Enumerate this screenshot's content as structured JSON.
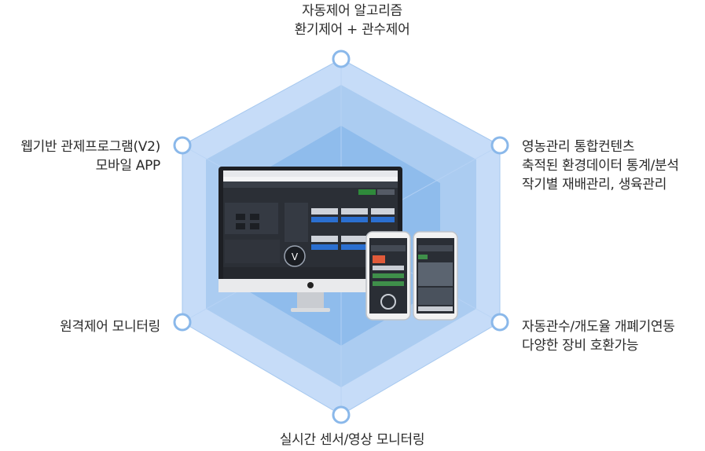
{
  "labels": {
    "top": {
      "line1": "자동제어 알고리즘",
      "line2": "환기제어 + 관수제어"
    },
    "top_right": {
      "line1": "영농관리 통합컨텐츠",
      "line2": "축적된 환경데이터 통계/분석",
      "line3": "작기별 재배관리, 생육관리"
    },
    "bottom_right": {
      "line1": "자동관수/개도율 개폐기연동",
      "line2": "다양한 장비 호환가능"
    },
    "bottom": {
      "line1": "실시간 센서/영상 모니터링"
    },
    "bottom_left": {
      "line1": "원격제어 모니터링"
    },
    "top_left": {
      "line1": "웹기반 관제프로그램(V2)",
      "line2": "모바일 APP"
    }
  },
  "colors": {
    "hex_outer": "#c3daf7",
    "hex_middle": "#a9cbf1",
    "hex_inner": "#8dbbec",
    "node_stroke": "#8ab8ea",
    "node_fill": "#ffffff"
  }
}
